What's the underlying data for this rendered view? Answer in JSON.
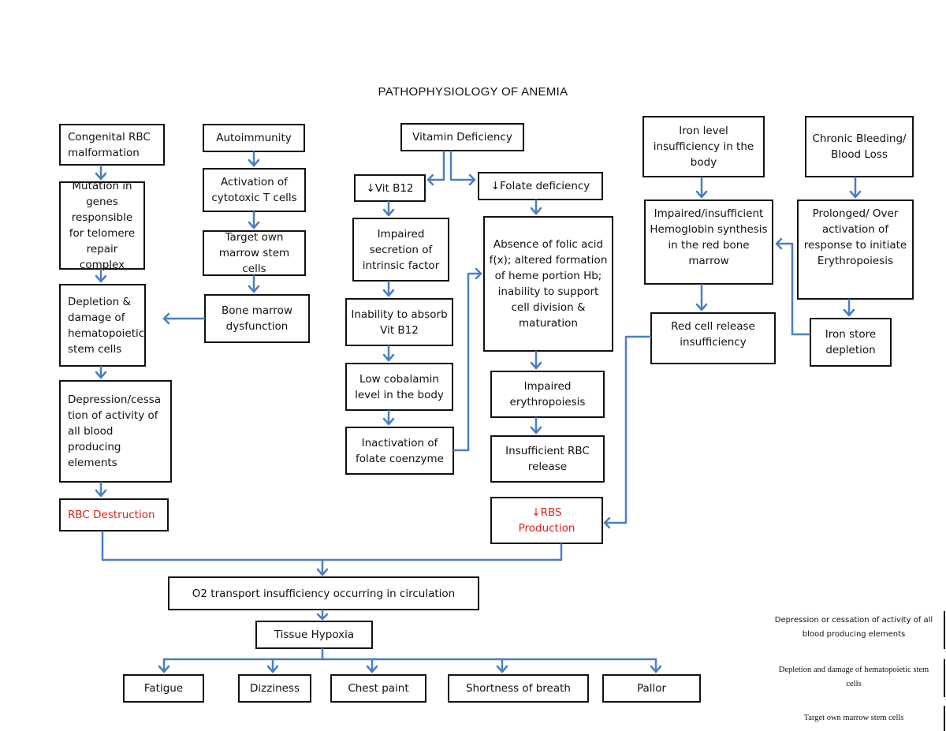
{
  "title": "PATHOPHYSIOLOGY OF ANEMIA",
  "accent_color": "#4a7fc1",
  "highlight_color": "#e0201b",
  "boxes": {
    "congenital": "Congenital RBC malformation",
    "mutation": "Mutation in genes responsible for telomere repair complex",
    "depletion": "Depletion & damage of hematopoietic stem cells",
    "depression": "Depression/cessa tion of activity of all blood producing elements",
    "rbc_destruction": "RBC Destruction",
    "autoimmunity": "Autoimmunity",
    "activation": "Activation of cytotoxic T cells",
    "target": "Target own marrow stem cells",
    "marrow_dysfunction": "Bone marrow dysfunction",
    "vitamin": "Vitamin Deficiency",
    "vit_b12": "↓Vit B12",
    "folate": "↓Folate deficiency",
    "impaired_secretion": "Impaired secretion of intrinsic factor",
    "inability_absorb": "Inability to absorb Vit B12",
    "low_cobalamin": "Low cobalamin level in the body",
    "inactivation": "Inactivation of folate coenzyme",
    "absence_folic": "Absence of folic acid f(x); altered formation of heme portion Hb; inability to support cell division & maturation",
    "impaired_erythro": "Impaired erythropoiesis",
    "insufficient_rbc": "Insufficient RBC release",
    "rbs_production_1": "↓RBS",
    "rbs_production_2": "Production",
    "iron_level": "Iron level insufficiency in the body",
    "impaired_hemoglobin": "Impaired/insufficient Hemoglobin synthesis in the red bone marrow",
    "red_cell_release": "Red cell release insufficiency",
    "chronic_bleeding": "Chronic Bleeding/ Blood Loss",
    "prolonged": "Prolonged/ Over activation of response to initiate Erythropoiesis",
    "iron_store": "Iron store depletion",
    "o2_transport": "O2 transport insufficiency occurring in circulation",
    "tissue_hypoxia": "Tissue Hypoxia",
    "fatigue": "Fatigue",
    "dizziness": "Dizziness",
    "chest_paint": "Chest paint",
    "shortness": "Shortness of breath",
    "pallor": "Pallor"
  },
  "side_notes": {
    "note1": "Depression or cessation of activity of all blood producing elements",
    "note2": "Depletion and damage of hematopoietic stem cells",
    "note3": "Target own marrow stem cells"
  }
}
